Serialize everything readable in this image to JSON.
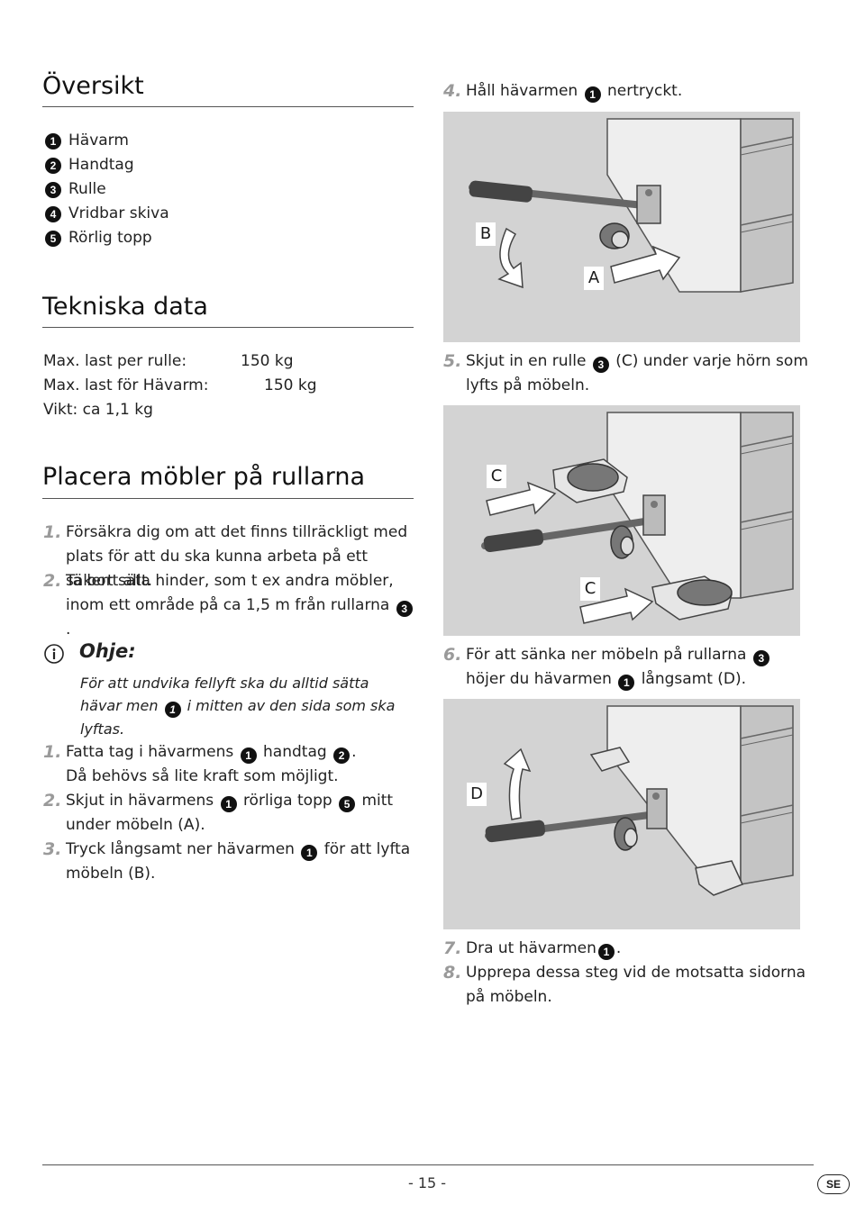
{
  "overview": {
    "title": "Översikt",
    "items": [
      {
        "num": "1",
        "label": "Hävarm"
      },
      {
        "num": "2",
        "label": "Handtag"
      },
      {
        "num": "3",
        "label": "Rulle"
      },
      {
        "num": "4",
        "label": "Vridbar skiva"
      },
      {
        "num": "5",
        "label": "Rörlig topp"
      }
    ]
  },
  "tech": {
    "title": "Tekniska data",
    "row1_label": "Max. last per rulle:",
    "row1_value": "150 kg",
    "row2_label": "Max. last för Hävarm:",
    "row2_value": "150 kg",
    "row3": "Vikt: ca 1,1 kg"
  },
  "placing": {
    "title": "Placera möbler på rullarna",
    "step1_num": "1.",
    "step1_text": "Försäkra dig om att det finns tillräckligt med plats för att du ska kunna arbeta på ett säkert sätt.",
    "step2_num": "2.",
    "step2_text_a": "Ta bort alla hinder, som t ex andra möbler, inom ett område på ca 1,5 m från rullarna",
    "step2_ref": "3",
    "step2_text_b": "."
  },
  "note": {
    "icon_label": "i",
    "title": "Ohje:",
    "text_a": "För att undvika fellyft ska du alltid sätta hävar men",
    "ref": "1",
    "text_b": "i mitten av den sida som ska lyftas."
  },
  "lift": {
    "s1_num": "1.",
    "s1_a": "Fatta tag i hävarmens",
    "s1_ref1": "1",
    "s1_b": "handtag",
    "s1_ref2": "2",
    "s1_c": ".",
    "s1_line2": "Då behövs så lite kraft som möjligt.",
    "s2_num": "2.",
    "s2_a": "Skjut in hävarmens",
    "s2_ref1": "1",
    "s2_b": "rörliga topp",
    "s2_ref2": "5",
    "s2_c": "mitt under möbeln (A).",
    "s3_num": "3.",
    "s3_a": "Tryck långsamt ner hävarmen",
    "s3_ref": "1",
    "s3_b": "för att lyfta möbeln (B)."
  },
  "right": {
    "s4_num": "4.",
    "s4_a": "Håll hävarmen",
    "s4_ref": "1",
    "s4_b": "nertryckt.",
    "s5_num": "5.",
    "s5_a": "Skjut in en rulle",
    "s5_ref": "3",
    "s5_b": "(C) under varje hörn som lyfts på möbeln.",
    "s6_num": "6.",
    "s6_a": "För att sänka ner möbeln på rullarna",
    "s6_ref1": "3",
    "s6_b": "höjer du hävarmen",
    "s6_ref2": "1",
    "s6_c": "långsamt (D).",
    "s7_num": "7.",
    "s7_a": "Dra ut hävarmen",
    "s7_ref": "1",
    "s7_b": ".",
    "s8_num": "8.",
    "s8_text": "Upprepa dessa steg vid de motsatta sidorna på möbeln."
  },
  "figures": {
    "fig1_label_b": "B",
    "fig1_label_a": "A",
    "fig2_label_c1": "C",
    "fig2_label_c2": "C",
    "fig3_label_d": "D"
  },
  "footer": {
    "page": "- 15 -",
    "lang": "SE"
  }
}
